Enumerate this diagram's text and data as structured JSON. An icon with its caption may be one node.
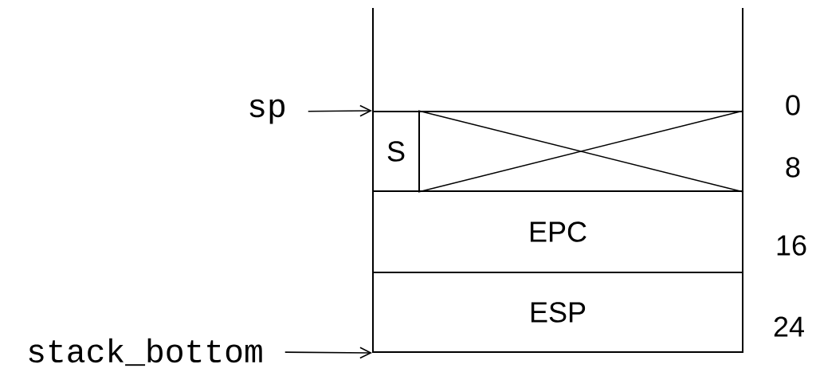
{
  "diagram": {
    "nodes": [
      {
        "text": [
          "sp"
        ]
      },
      {
        "text": [
          "stack_bottom"
        ]
      },
      {
        "text": [
          "S"
        ]
      },
      {
        "text": [],
        "shape": "box"
      },
      {
        "text": [
          "EPC"
        ]
      },
      {
        "text": [
          "ESP"
        ]
      }
    ],
    "edges": [
      {
        "from": 0,
        "to": 2,
        "arrow": "to"
      },
      {
        "from": 1,
        "to": 5,
        "arrow": "to"
      }
    ],
    "labels": [
      "0",
      "8",
      "16",
      "24"
    ]
  }
}
